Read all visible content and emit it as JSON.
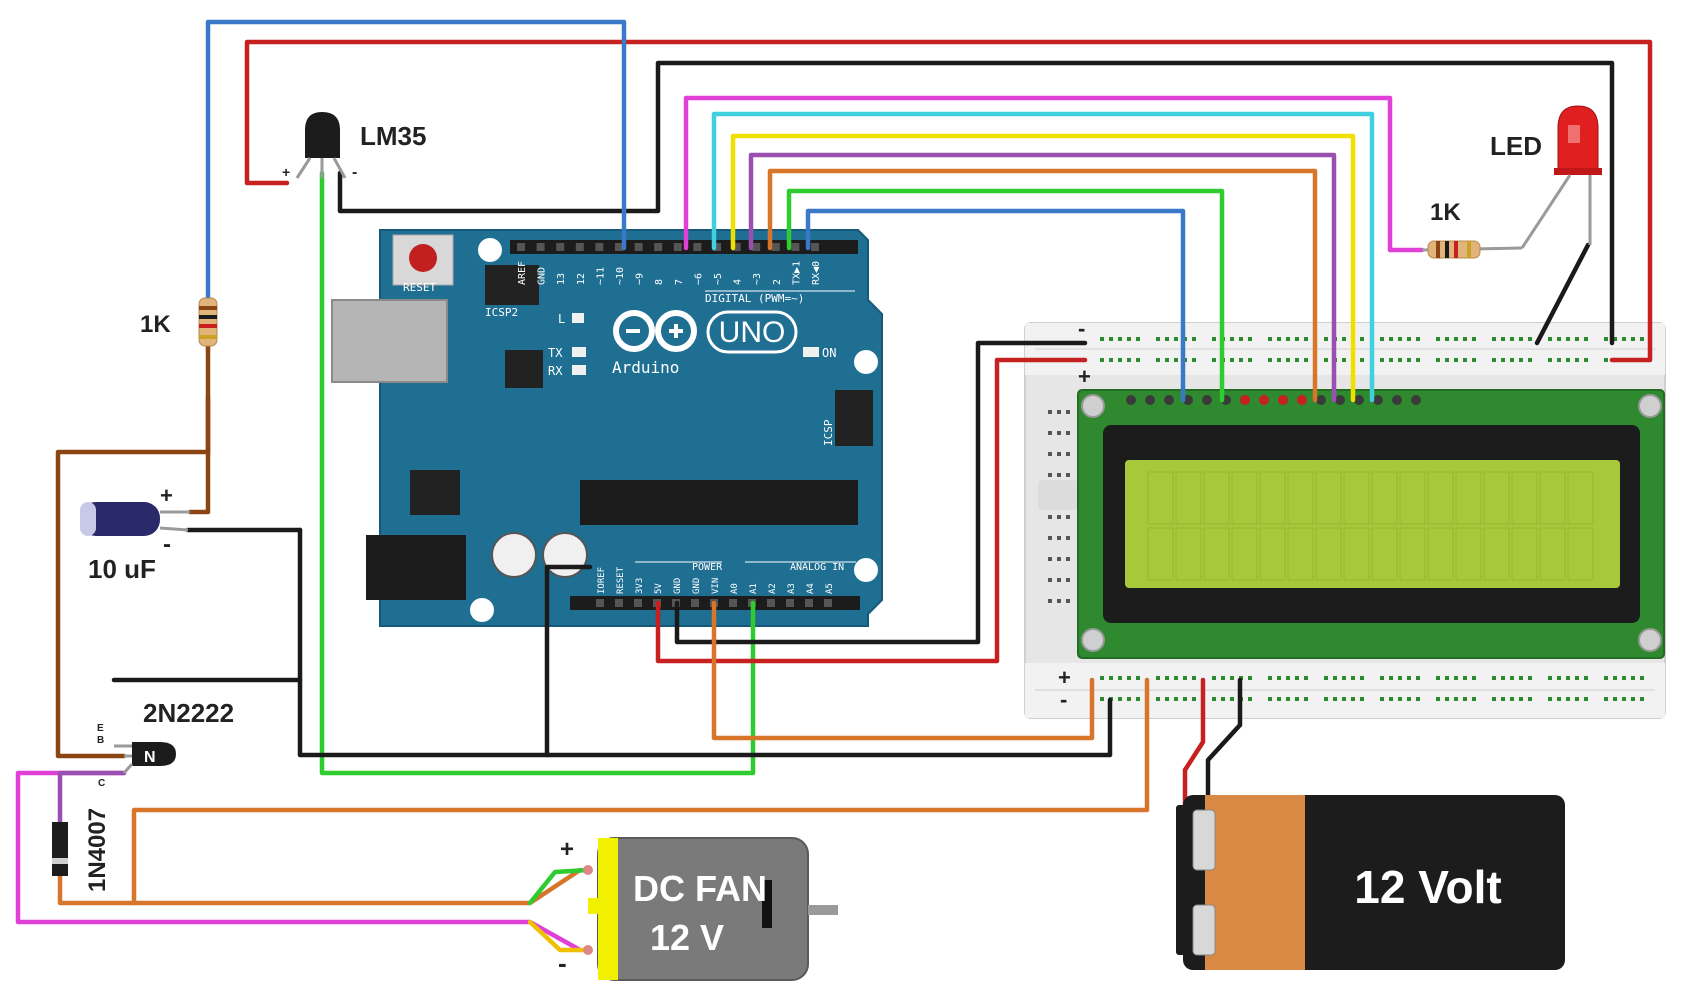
{
  "labels": {
    "lm35": "LM35",
    "lm35_plus": "+",
    "lm35_minus": "-",
    "r1": "1K",
    "r2": "1K",
    "led": "LED",
    "capacitor": "10 uF",
    "cap_plus": "+",
    "cap_minus": "-",
    "transistor": "2N2222",
    "transistor_e": "E",
    "transistor_b": "B",
    "transistor_c": "C",
    "transistor_mark": "N",
    "diode": "1N4007",
    "fan_line1": "DC FAN",
    "fan_line2": "12 V",
    "fan_plus": "+",
    "fan_minus": "-",
    "battery": "12 Volt",
    "bb_top_minus": "-",
    "bb_top_plus": "+",
    "bb_bot_plus": "+",
    "bb_bot_minus": "-"
  },
  "arduino": {
    "reset": "RESET",
    "icsp2": "ICSP2",
    "icsp": "ICSP",
    "digital": "DIGITAL (PWM=~)",
    "uno": "UNO",
    "brand": "Arduino",
    "led_l": "L",
    "tx": "TX",
    "rx": "RX",
    "on": "ON",
    "power": "POWER",
    "analog": "ANALOG IN",
    "top_pins": [
      "AREF",
      "GND",
      "13",
      "12",
      "~11",
      "~10",
      "~9",
      "8",
      "7",
      "~6",
      "~5",
      "4",
      "~3",
      "2",
      "TX▶1",
      "RX◀0"
    ],
    "bottom_pins": [
      "IOREF",
      "RESET",
      "3V3",
      "5V",
      "GND",
      "GND",
      "VIN",
      "A0",
      "A1",
      "A2",
      "A3",
      "A4",
      "A5"
    ]
  },
  "colors": {
    "board": "#1f6f93",
    "lcd_pcb": "#2f8a2f",
    "lcd_screen": "#a7c83a",
    "wire_red": "#c62020",
    "wire_black": "#1a1a1a",
    "wire_blue": "#3a78c8",
    "wire_green": "#2ecc2e",
    "wire_pink": "#e040d8",
    "wire_cyan": "#40d0e0",
    "wire_yellow": "#f0e000",
    "wire_purple": "#9a50b0",
    "wire_orange": "#d7752a",
    "wire_brown": "#8b4513"
  }
}
